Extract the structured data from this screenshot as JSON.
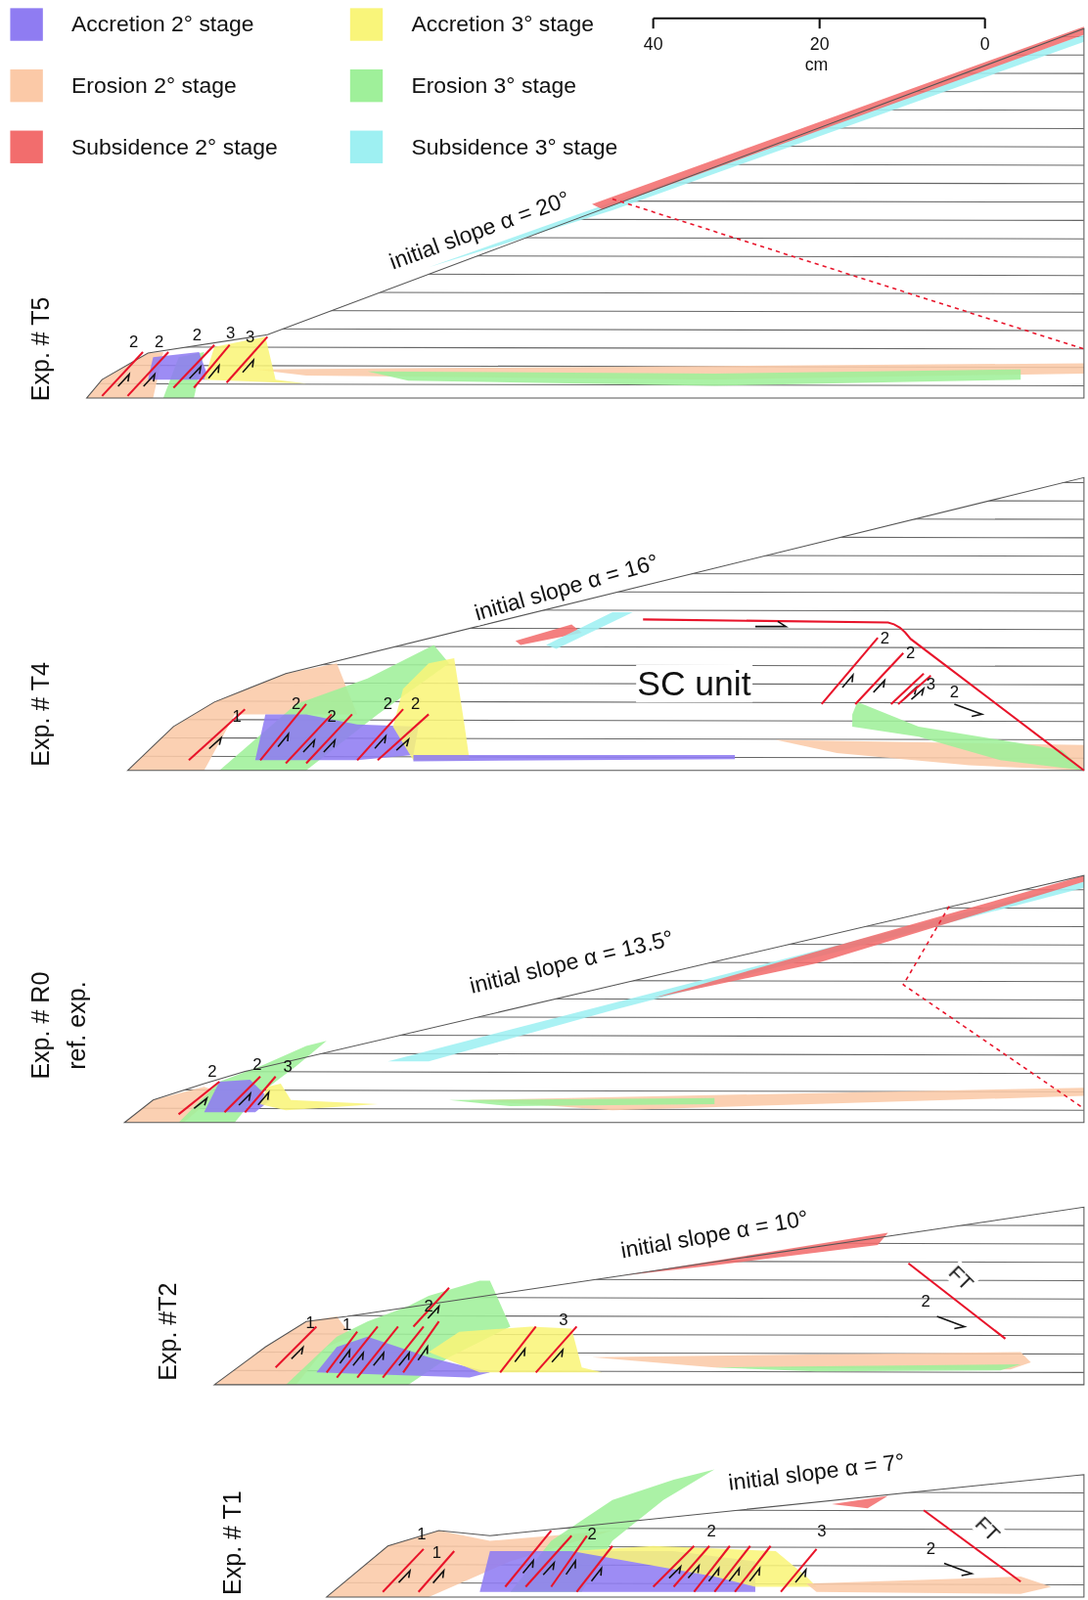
{
  "diagram": {
    "labels": [
      "40",
      "20",
      "0",
      "cm",
      "Exp. # T5",
      "initial slope α = 20°",
      "2",
      "2",
      "2",
      "3",
      "3",
      "Exp. # T4",
      "initial slope α = 16°",
      "SC unit",
      "1",
      "2",
      "2",
      "2",
      "2",
      "2",
      "2",
      "3",
      "2",
      "Exp. # R0",
      "ref. exp.",
      "initial slope α = 13.5°",
      "2",
      "2",
      "3",
      "Exp. #T2",
      "initial slope α = 10°",
      "FT",
      "2",
      "1",
      "1",
      "2",
      "3",
      "Exp. # T1",
      "initial slope α = 7°",
      "FT",
      "2",
      "1",
      "1",
      "2",
      "2",
      "3"
    ],
    "legend": [
      {
        "text": "Accretion 2° stage",
        "color": "#8f7cf2"
      },
      {
        "text": "Erosion 2° stage",
        "color": "#fbc9a7"
      },
      {
        "text": "Subsidence 2° stage",
        "color": "#f26d6d"
      },
      {
        "text": "Accretion 3° stage",
        "color": "#f9f57a"
      },
      {
        "text": "Erosion 3° stage",
        "color": "#9ff09a"
      },
      {
        "text": "Subsidence 3° stage",
        "color": "#9ef0f2"
      }
    ]
  }
}
